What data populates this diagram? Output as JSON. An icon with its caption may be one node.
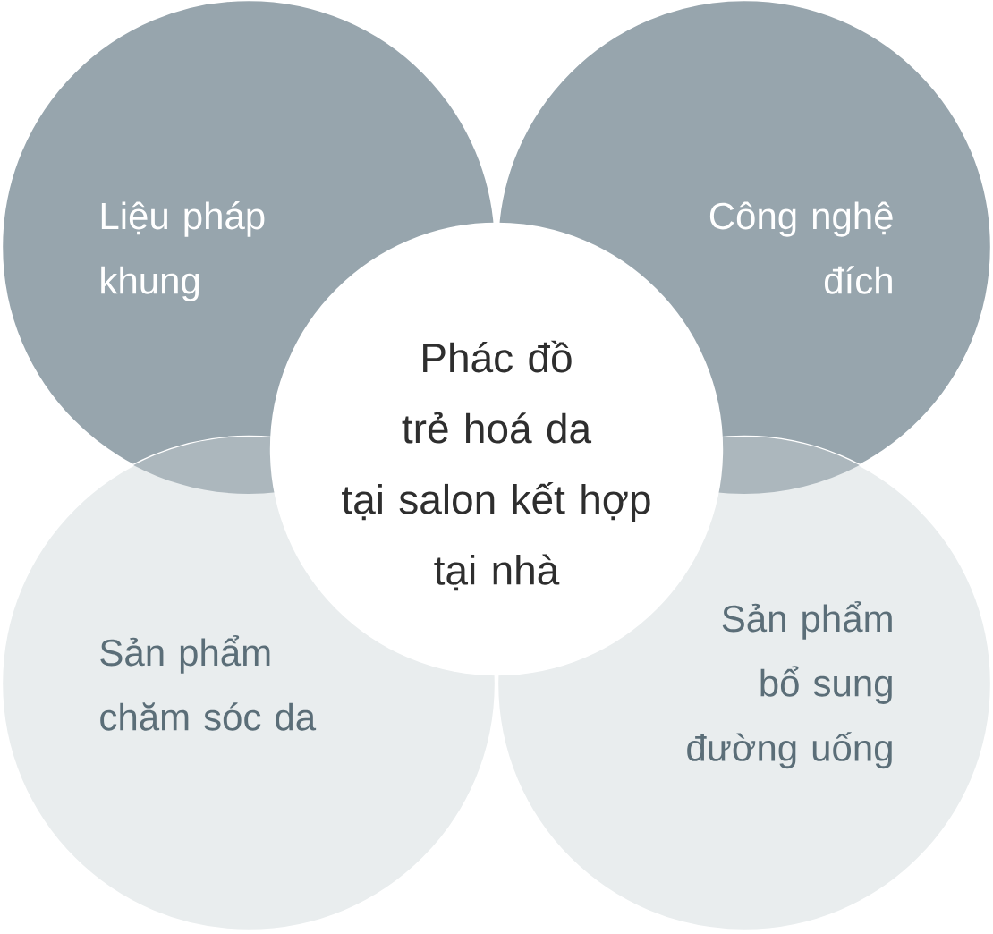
{
  "diagram": {
    "nodes": [
      {
        "text": [
          "Liệu pháp khung"
        ]
      },
      {
        "text": [
          "Công nghệ đích"
        ]
      },
      {
        "text": [
          "Phác đồ trẻ hoá da tại salon kết hợp tại nhà"
        ]
      },
      {
        "text": [
          "Sản phẩm chăm sóc da"
        ]
      },
      {
        "text": [
          "Sản phẩm bổ sung đường uống"
        ]
      }
    ]
  }
}
